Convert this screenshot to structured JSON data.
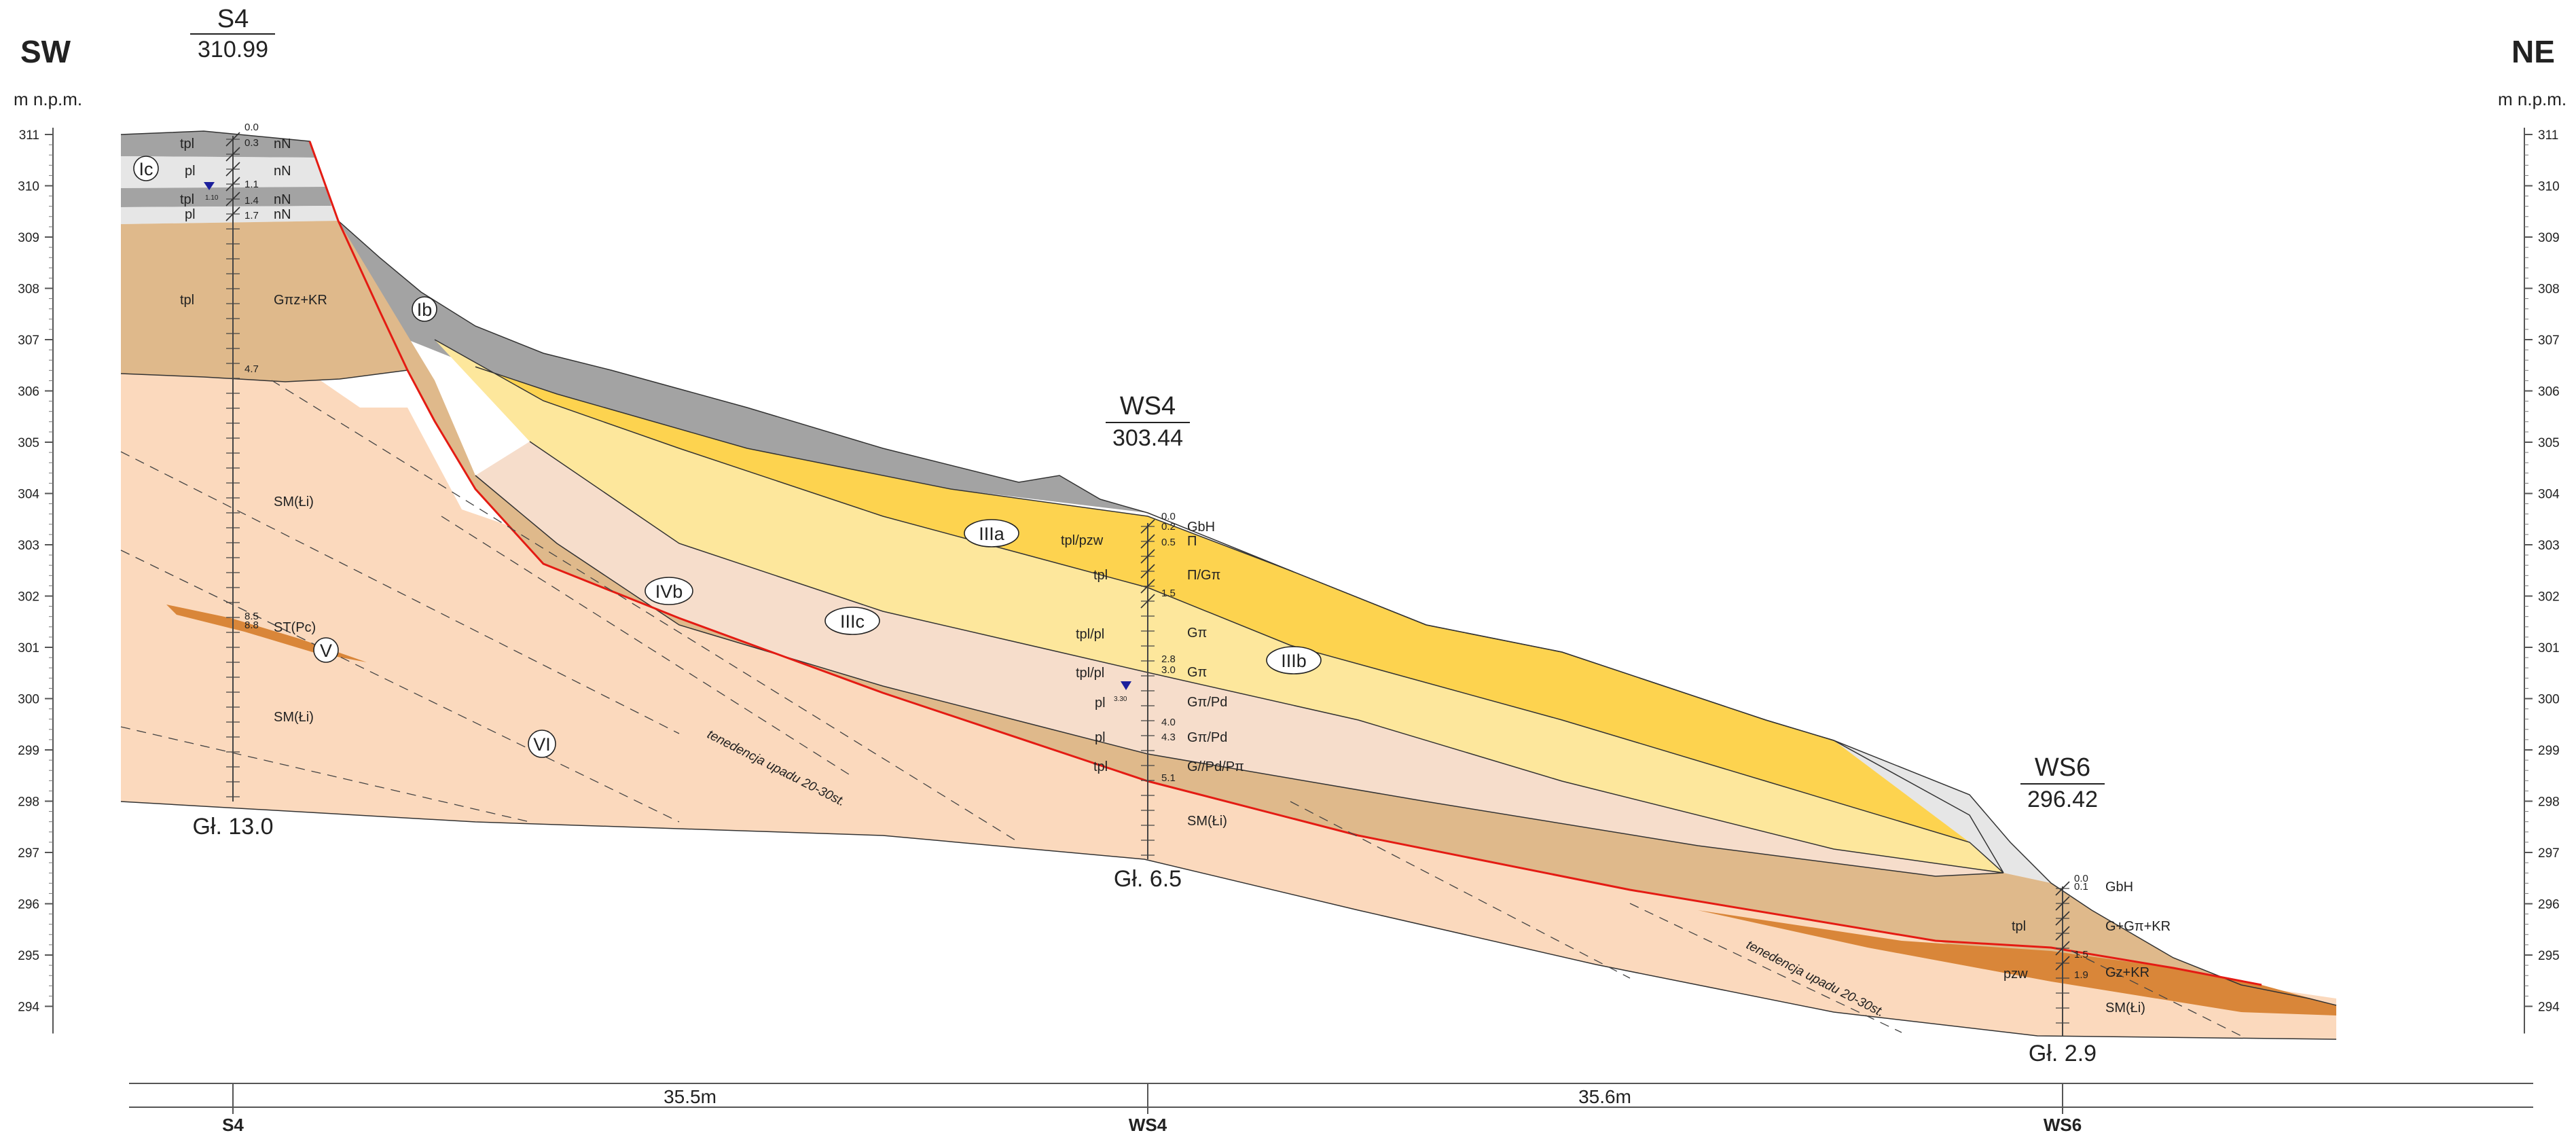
{
  "directions": {
    "left": "SW",
    "right": "NE"
  },
  "unit_label": "m n.p.m.",
  "elevation_ticks": [
    "311",
    "310",
    "309",
    "308",
    "307",
    "306",
    "305",
    "304",
    "303",
    "302",
    "301",
    "300",
    "299",
    "298",
    "297",
    "296",
    "295",
    "294"
  ],
  "colors": {
    "dark_grey": "#a3a3a3",
    "light_grey": "#e6e6e6",
    "tan": "#dfb98b",
    "peach": "#fbd9bd",
    "yellow": "#fdd34f",
    "light_yellow": "#fde79c",
    "pink": "#f6ddcb",
    "orange": "#d98639",
    "thrust_red": "#e41b13",
    "water_blue": "#1b1f9c"
  },
  "boreholes": {
    "s4": {
      "name": "S4",
      "elevation": "310.99",
      "total_depth": "Gł. 13.0",
      "depths": [
        "0.0",
        "0.3",
        "1.1",
        "1.4",
        "1.7",
        "4.7",
        "8.5",
        "8.8"
      ],
      "water_level": "1.10",
      "lithology": [
        "tpl",
        "pl",
        "tpl",
        "pl",
        "tpl"
      ],
      "soils": [
        "nN",
        "nN",
        "nN",
        "nN",
        "Gπz+KR",
        "SM(Łi)",
        "ST(Pc)",
        "SM(Łi)"
      ]
    },
    "ws4": {
      "name": "WS4",
      "elevation": "303.44",
      "total_depth": "Gł. 6.5",
      "depths": [
        "0.0",
        "0.2",
        "0.5",
        "1.5",
        "2.8",
        "3.0",
        "4.0",
        "4.3",
        "5.1"
      ],
      "water_level": "3.30",
      "lithology": [
        "tpl/pzw",
        "tpl",
        "tpl/pl",
        "tpl/pl",
        "pl",
        "pl",
        "tpl"
      ],
      "soils": [
        "GbH",
        "Π",
        "Π/Gπ",
        "Gπ",
        "Gπ",
        "Gπ/Pd",
        "Gπ/Pd",
        "G//Pd/Pπ",
        "SM(Łi)"
      ]
    },
    "ws6": {
      "name": "WS6",
      "elevation": "296.42",
      "total_depth": "Gł. 2.9",
      "depths": [
        "0.0",
        "0.1",
        "1.5",
        "1.9"
      ],
      "lithology": [
        "tpl",
        "pzw"
      ],
      "soils": [
        "GbH",
        "G+Gπ+KR",
        "Gz+KR",
        "SM(Łi)"
      ]
    }
  },
  "layer_labels": [
    "Ic",
    "Ib",
    "IIIa",
    "IIIb",
    "IIIc",
    "IVb",
    "V",
    "VI"
  ],
  "annotations": [
    "tenedencja upadu 20-30st.",
    "tenedencja upadu 20-30st."
  ],
  "distances": [
    "35.5m",
    "35.6m"
  ],
  "bottom_labels": [
    "S4",
    "WS4",
    "WS6"
  ]
}
